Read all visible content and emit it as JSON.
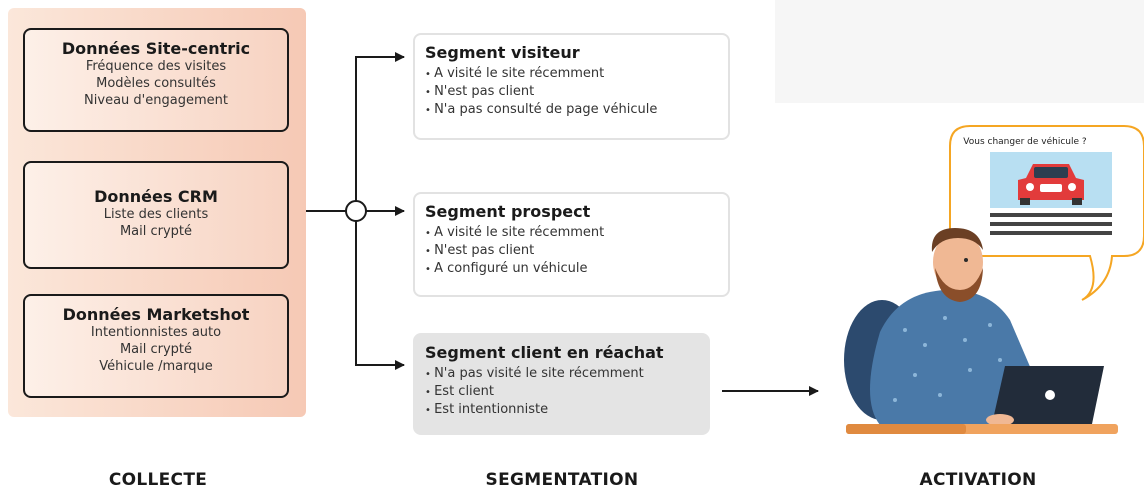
{
  "collecte": {
    "title": "COLLECTE",
    "boxes": [
      {
        "title": "Données Site-centric",
        "lines": [
          "Fréquence des visites",
          "Modèles consultés",
          "Niveau d'engagement"
        ]
      },
      {
        "title": "Données CRM",
        "lines": [
          "Liste des clients",
          "Mail crypté"
        ]
      },
      {
        "title": "Données Marketshot",
        "lines": [
          "Intentionnistes auto",
          "Mail crypté",
          "Véhicule /marque"
        ]
      }
    ]
  },
  "segmentation": {
    "title": "SEGMENTATION",
    "segments": [
      {
        "title": "Segment visiteur",
        "lines": [
          "A visité le site récemment",
          "N'est pas client",
          "N'a pas consulté de page véhicule"
        ]
      },
      {
        "title": "Segment prospect",
        "lines": [
          "A visité le site récemment",
          "N'est pas client",
          "A configuré un véhicule"
        ]
      },
      {
        "title": "Segment client en réachat",
        "lines": [
          "N'a pas visité le site récemment",
          "Est client",
          "Est intentionniste"
        ]
      }
    ]
  },
  "activation": {
    "title": "ACTIVATION",
    "bubble_text": "Vous changer de véhicule ?"
  },
  "colors": {
    "collect_panel": "#f6c9b5",
    "highlight_segment": "#e4e4e4",
    "bubble_border": "#f5a623",
    "sweater": "#4a79a8",
    "desk": "#f0a35e"
  }
}
